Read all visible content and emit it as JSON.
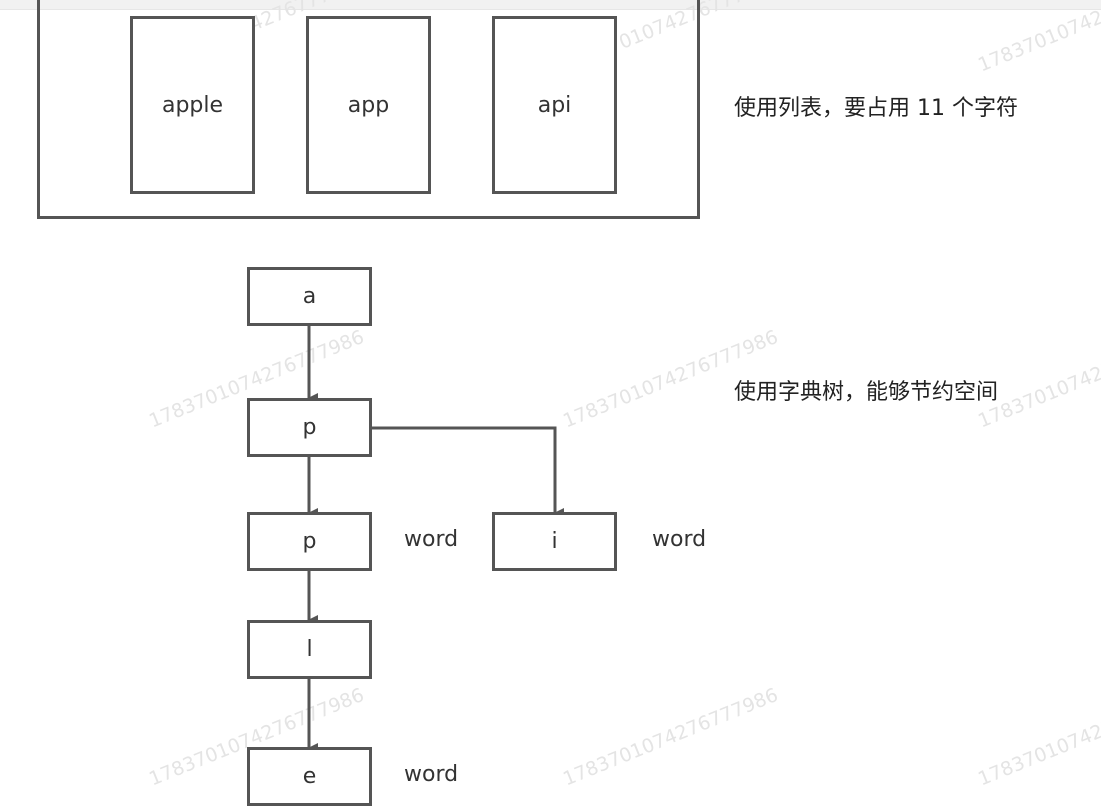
{
  "list_section": {
    "items": [
      "apple",
      "app",
      "api"
    ],
    "caption": "使用列表，要占用 11 个字符"
  },
  "trie_section": {
    "caption": "使用字典树，能够节约空间",
    "nodes": {
      "a": "a",
      "p1": "p",
      "p2": "p",
      "i": "i",
      "l": "l",
      "e": "e"
    },
    "end_marks": {
      "p2": "word",
      "i": "word",
      "e": "word"
    }
  },
  "watermark": "17837010742767779 86",
  "watermark_text": "1783701074276777986",
  "colors": {
    "stroke": "#555555",
    "text": "#333333",
    "watermark": "#e4e4e4"
  }
}
